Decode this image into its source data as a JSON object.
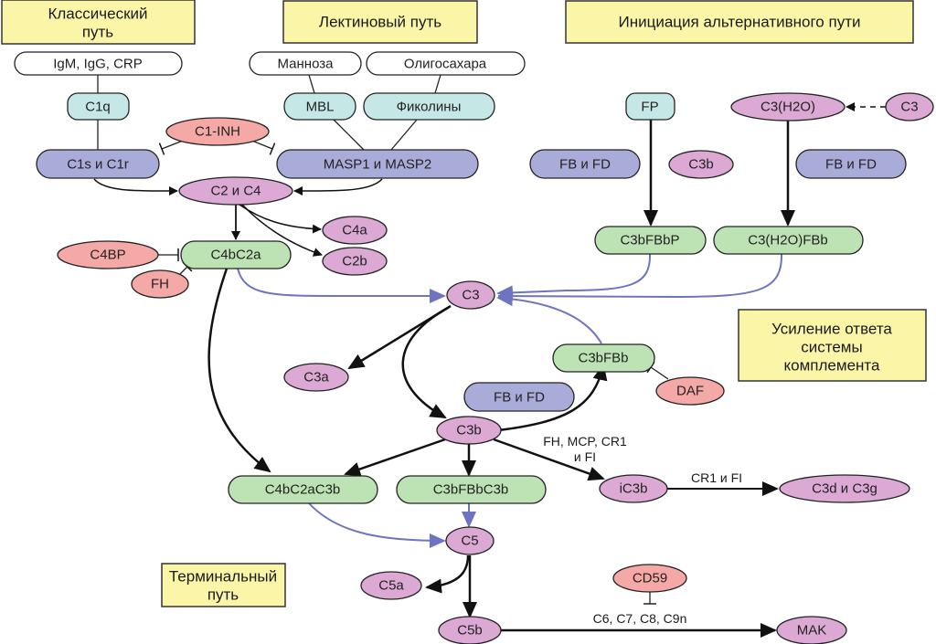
{
  "colors": {
    "title_fill": "#fbf5a8",
    "substrate_fill": "#ffffff",
    "recognition_fill": "#c5e8e6",
    "enzyme_fill": "#a9acd8",
    "component_fill": "#dca8d4",
    "inhibitor_fill": "#f5a9a6",
    "convertase_fill": "#bde2b4",
    "black_edge": "#111111",
    "blue_edge": "#6f74c0"
  },
  "titles": {
    "classical": [
      "Классический",
      "путь"
    ],
    "lectin": [
      "Лектиновый путь"
    ],
    "alternative": [
      "Инициация альтернативного пути"
    ],
    "amplification": [
      "Усиление ответа",
      "системы",
      "комплемента"
    ],
    "terminal": [
      "Терминальный",
      "путь"
    ]
  },
  "nodes": {
    "igm_igg_crp": "IgM, IgG, CRP",
    "mannose": "Манноза",
    "oligosaccharides": "Олигосахара",
    "c1q": "C1q",
    "mbl": "MBL",
    "ficolins": "Фиколины",
    "c1_inh": "C1-INH",
    "c1s_c1r": "C1s и C1r",
    "masp": "MASP1 и MASP2",
    "c2_c4": "C2 и C4",
    "c4a": "C4a",
    "c2b": "C2b",
    "c4bp": "C4BP",
    "c4bc2a": "C4bC2a",
    "fh": "FH",
    "fp": "FP",
    "c3h2o": "C3(H2O)",
    "c3_alt": "C3",
    "fb_fd_1": "FB и FD",
    "c3b_alt": "C3b",
    "fb_fd_2": "FB и FD",
    "c3bfbbp": "C3bFBbP",
    "c3h2ofbb": "C3(H2O)FBb",
    "c3": "C3",
    "c3a": "C3a",
    "c3bfbb": "C3bFBb",
    "daf": "DAF",
    "fb_fd_3": "FB и FD",
    "c3b": "C3b",
    "c4bc2ac3b": "C4bC2aC3b",
    "c3bfbbc3b": "C3bFBbC3b",
    "ic3b": "iC3b",
    "c3d_c3g": "C3d и C3g",
    "c5": "C5",
    "c5a": "C5a",
    "c5b": "C5b",
    "cd59": "CD59",
    "mak": "MAK"
  },
  "edge_labels": {
    "c3b_to_ic3b": [
      "FH, MCP, CR1",
      "и FI"
    ],
    "ic3b_to_c3d": "CR1 и FI",
    "c5b_to_mak": "C6, C7, C8, C9n"
  }
}
